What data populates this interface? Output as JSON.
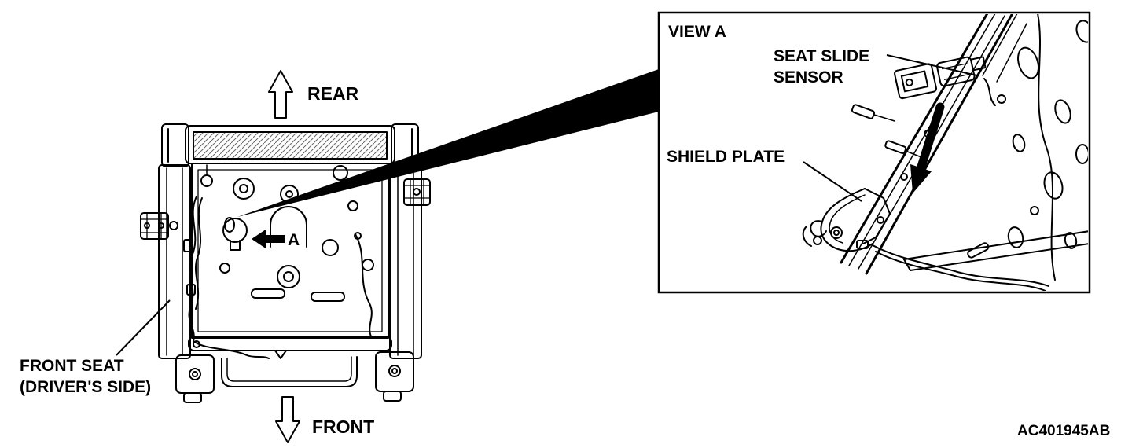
{
  "labels": {
    "rear": "REAR",
    "front": "FRONT",
    "detail_marker": "A",
    "seat_line1": "FRONT SEAT",
    "seat_line2": "(DRIVER'S SIDE)",
    "figure_code": "AC401945AB"
  },
  "view_a": {
    "title": "VIEW A",
    "sensor_line1": "SEAT SLIDE",
    "sensor_line2": "SENSOR",
    "shield_plate": "SHIELD PLATE"
  },
  "icons": {
    "rear_direction": "up-outline-arrow-icon",
    "front_direction": "down-outline-arrow-icon",
    "detail_direction": "left-solid-arrow-icon",
    "view_detail_direction": "down-solid-arrow-icon"
  },
  "colors": {
    "line": "#000000",
    "background": "#ffffff",
    "hatch": "#666666"
  }
}
